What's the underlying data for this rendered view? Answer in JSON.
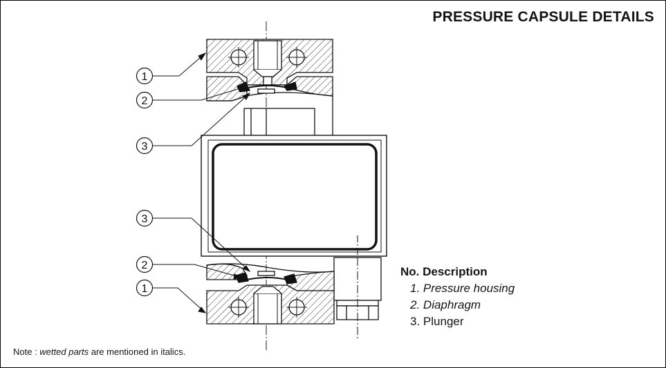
{
  "title": "PRESSURE CAPSULE DETAILS",
  "callouts": {
    "top_housing": "1",
    "top_diaphragm": "2",
    "top_plunger": "3",
    "bottom_plunger": "3",
    "bottom_diaphragm": "2",
    "bottom_housing": "1"
  },
  "legend": {
    "header_no": "No.",
    "header_desc": "Description",
    "items": [
      {
        "num": "1.",
        "text": "Pressure housing",
        "wetted": true
      },
      {
        "num": "2.",
        "text": "Diaphragm",
        "wetted": true
      },
      {
        "num": "3.",
        "text": "Plunger",
        "wetted": false
      }
    ]
  },
  "note": {
    "prefix": "Note : ",
    "emphasis": "wetted parts",
    "suffix": " are mentioned in italics."
  }
}
